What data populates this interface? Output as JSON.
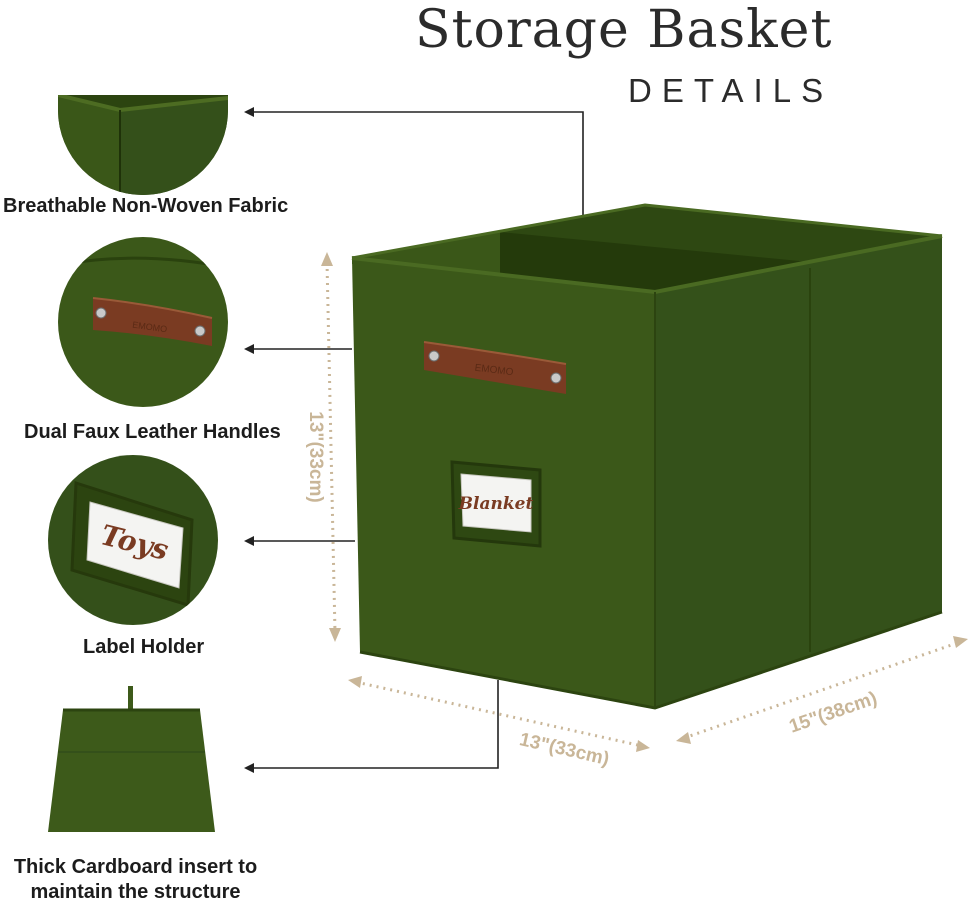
{
  "header": {
    "title": "Storage Basket",
    "subtitle": "DETAILS"
  },
  "features": [
    {
      "label": "Breathable Non-Woven Fabric",
      "icon": "fabric-corner-icon"
    },
    {
      "label": "Dual Faux Leather Handles",
      "icon": "leather-handle-icon"
    },
    {
      "label": "Label Holder",
      "icon": "label-holder-icon",
      "sample_label": "Toys"
    },
    {
      "label_line1": "Thick Cardboard insert to",
      "label_line2": "maintain the structure",
      "icon": "cardboard-insert-icon"
    }
  ],
  "product": {
    "front_label": "Blanket",
    "handle_brand": "EMOMO"
  },
  "dimensions": {
    "height": "13\"(33cm)",
    "width": "13\"(33cm)",
    "depth": "15\"(38cm)"
  },
  "colors": {
    "fabric": "#3d5a1a",
    "fabric_dark": "#2c4410",
    "leather": "#7a3b22",
    "dimension_line": "#c9b698",
    "label_text": "#7a3b22"
  }
}
